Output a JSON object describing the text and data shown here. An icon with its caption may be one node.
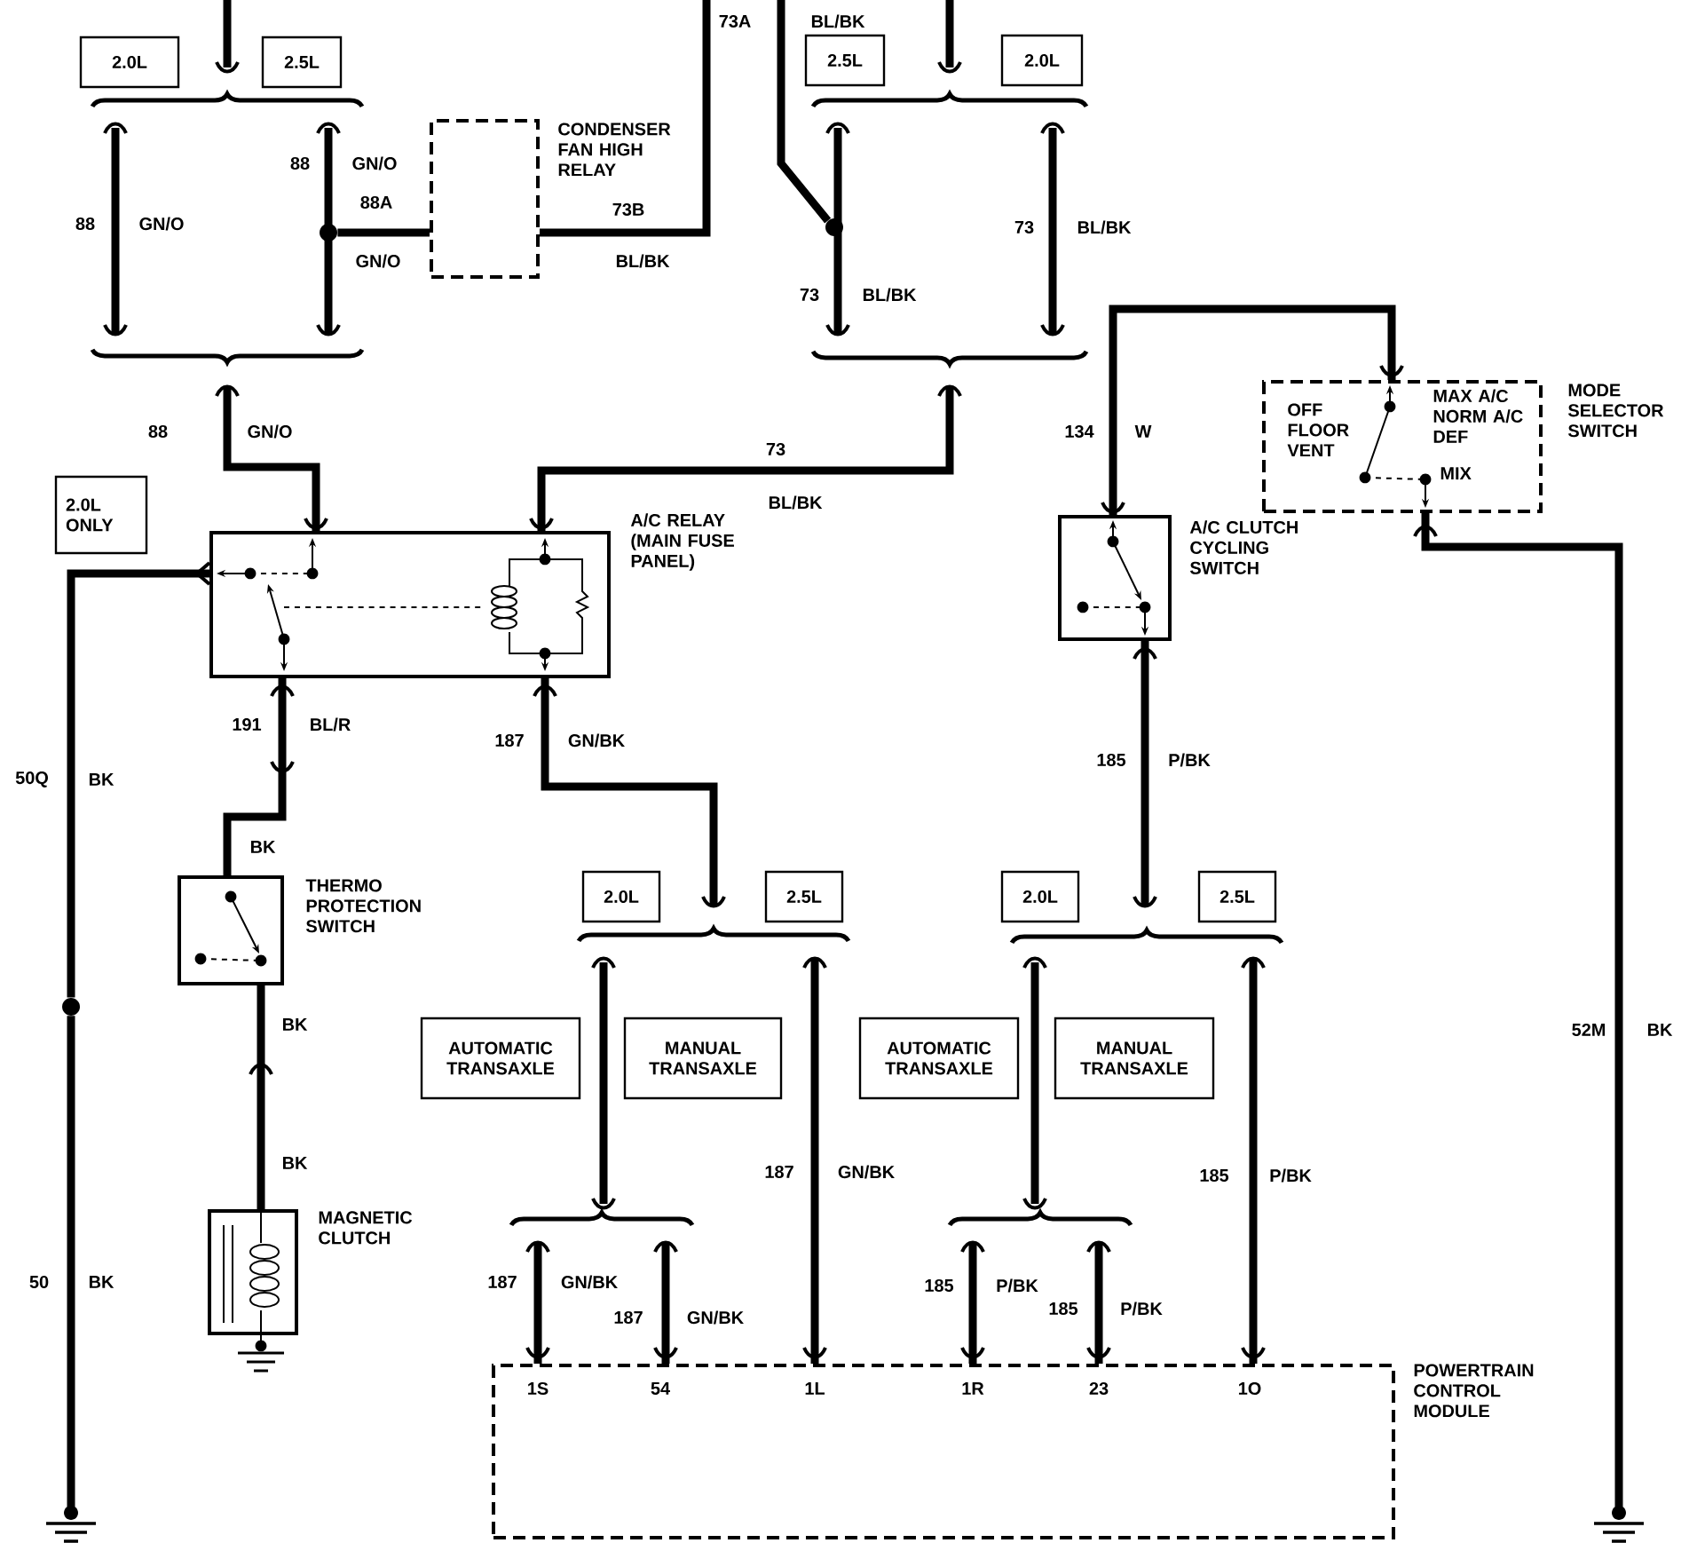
{
  "diagram": {
    "nodes": [
      {
        "text": [
          "2.0L"
        ]
      },
      {
        "text": [
          "2.5L"
        ]
      },
      {
        "text": [
          "CONDENSER FAN HIGH RELAY"
        ]
      },
      {
        "text": [
          "2.5L"
        ]
      },
      {
        "text": [
          "2.0L"
        ]
      },
      {
        "text": [
          "MODE SELECTOR SWITCH",
          "OFF FLOOR VENT",
          "MAX A/C NORM A/C DEF",
          "MIX"
        ]
      },
      {
        "text": [
          "2.0L ONLY"
        ]
      },
      {
        "text": [
          "A/C RELAY (MAIN FUSE PANEL)"
        ]
      },
      {
        "text": [
          "A/C CLUTCH CYCLING SWITCH"
        ]
      },
      {
        "text": [
          "THERMO PROTECTION SWITCH"
        ]
      },
      {
        "text": [
          "2.0L"
        ]
      },
      {
        "text": [
          "2.5L"
        ]
      },
      {
        "text": [
          "2.0L"
        ]
      },
      {
        "text": [
          "2.5L"
        ]
      },
      {
        "text": [
          "AUTOMATIC TRANSAXLE"
        ]
      },
      {
        "text": [
          "MANUAL TRANSAXLE"
        ]
      },
      {
        "text": [
          "AUTOMATIC TRANSAXLE"
        ]
      },
      {
        "text": [
          "MANUAL TRANSAXLE"
        ]
      },
      {
        "text": [
          "MAGNETIC CLUTCH"
        ]
      },
      {
        "text": [
          "1S",
          "54",
          "1L",
          "1R",
          "23",
          "1O",
          "POWERTRAIN CONTROL MODULE"
        ]
      },
      {
        "text": [],
        "shape": "ground"
      },
      {
        "text": [],
        "shape": "ground"
      },
      {
        "text": [],
        "shape": "circle"
      },
      {
        "text": [],
        "shape": "circle"
      },
      {
        "text": [],
        "shape": "circle"
      }
    ],
    "edges": [
      {
        "from": null,
        "to": 7,
        "arrow": "other"
      },
      {
        "from": 22,
        "to": 2,
        "arrow": "none"
      },
      {
        "from": 2,
        "to": null,
        "arrow": "none"
      },
      {
        "from": null,
        "to": 7,
        "arrow": "other"
      },
      {
        "from": 8,
        "to": 5,
        "arrow": "other"
      },
      {
        "from": 5,
        "to": 21,
        "arrow": "other"
      },
      {
        "from": 7,
        "to": 24,
        "arrow": "other"
      },
      {
        "from": 7,
        "to": 9,
        "arrow": "other"
      },
      {
        "from": 9,
        "to": 18,
        "arrow": "none"
      },
      {
        "from": 7,
        "to": null,
        "arrow": "other"
      },
      {
        "from": 8,
        "to": null,
        "arrow": "other"
      },
      {
        "from": null,
        "to": 19,
        "arrow": "none"
      },
      {
        "from": null,
        "to": 19,
        "arrow": "none"
      },
      {
        "from": null,
        "to": 19,
        "arrow": "none"
      },
      {
        "from": null,
        "to": 19,
        "arrow": "none"
      },
      {
        "from": null,
        "to": 19,
        "arrow": "none"
      },
      {
        "from": null,
        "to": 19,
        "arrow": "none"
      },
      {
        "from": 24,
        "to": 20,
        "arrow": "none"
      },
      {
        "from": null,
        "to": 23,
        "arrow": "none"
      }
    ],
    "labels": [
      "73A",
      "BL/BK",
      "88",
      "GN/O",
      "88A",
      "73B",
      "88",
      "GN/O",
      "73",
      "BL/BK",
      "GN/O",
      "BL/BK",
      "73",
      "BL/BK",
      "88",
      "GN/O",
      "134",
      "W",
      "73",
      "BL/BK",
      "191",
      "BL/R",
      "187",
      "GN/BK",
      "185",
      "P/BK",
      "50Q",
      "BK",
      "BK",
      "BK",
      "52M",
      "BK",
      "BK",
      "187",
      "GN/BK",
      "185",
      "P/BK",
      "50",
      "BK",
      "187",
      "GN/BK",
      "185",
      "P/BK",
      "185",
      "P/BK",
      "187",
      "GN/BK"
    ]
  }
}
